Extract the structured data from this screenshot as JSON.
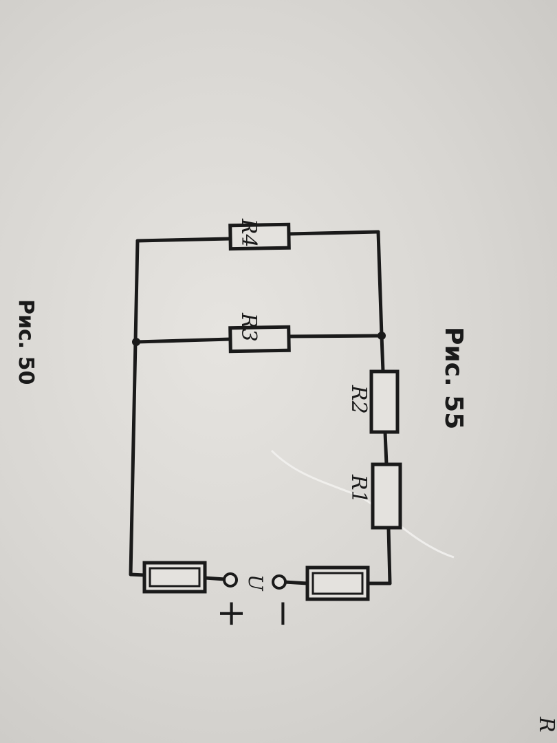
{
  "top_caption": "Рис. 50",
  "figure_caption": "Рис. 55",
  "labels": {
    "r1": "R1",
    "r2": "R2",
    "r3": "R3",
    "r4": "R4",
    "voltage": "U",
    "plus": "+",
    "minus": "−",
    "corner_fragment": "R"
  },
  "colors": {
    "ink": "#1a1a1a",
    "paper": "#e2e0dc"
  }
}
